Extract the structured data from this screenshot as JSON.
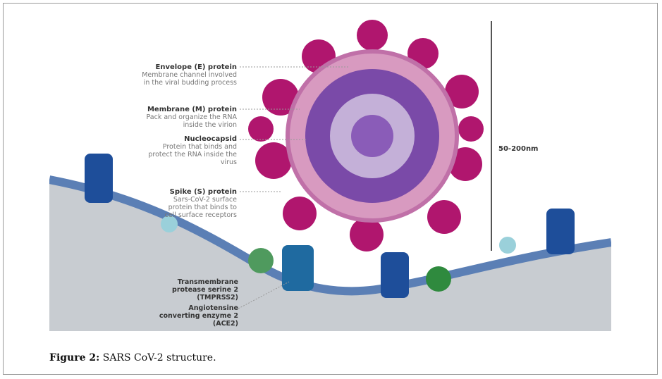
{
  "figure": {
    "labels": [
      {
        "title": "Envelope (E) protein",
        "desc": "Membrane channel involved in the viral budding process"
      },
      {
        "title": "Membrane (M) protein",
        "desc": "Pack and organize the RNA inside the virion"
      },
      {
        "title": "Nucleocapsid",
        "desc": "Protein that binds and protect the RNA inside the virus"
      },
      {
        "title": "Spike (S) protein",
        "desc": "Sars-CoV-2 surface protein that binds to cell surface receptors"
      }
    ],
    "cell_labels": [
      {
        "title": "Transmembrane protease serine 2 (TMPRSS2)"
      },
      {
        "title": "Angiotensine converting enzyme 2 (ACE2)"
      }
    ],
    "scale": "50-200nm"
  },
  "caption": {
    "prefix": "Figure 2:",
    "text": " SARS CoV-2 structure."
  },
  "colors": {
    "spike": "#b0166e",
    "membrane": "#d89ac0",
    "nucleocapsid": "#6a3d9a",
    "cell": "#c9cdd2",
    "cell_membrane": "#5b7fb5"
  }
}
